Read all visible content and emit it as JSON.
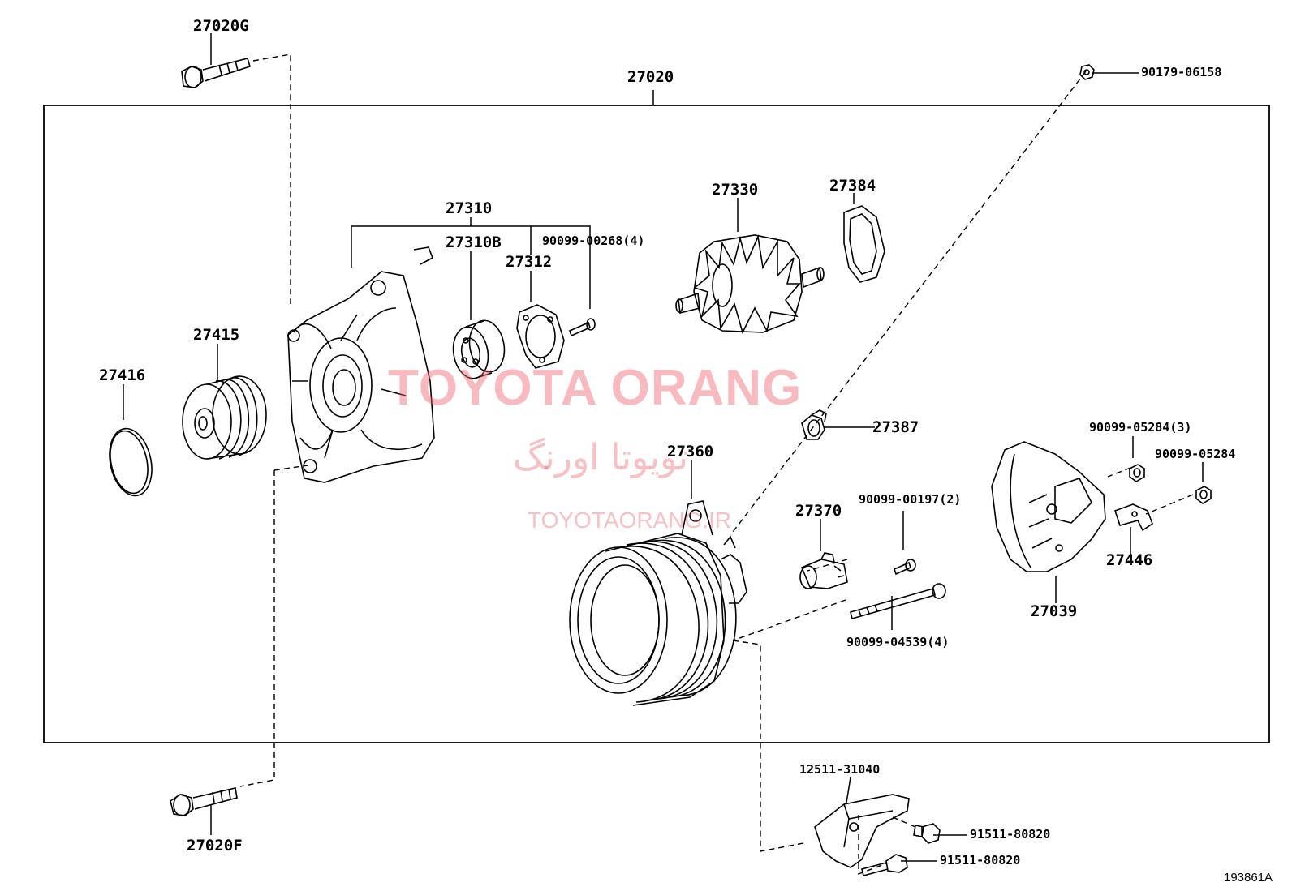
{
  "diagram": {
    "assembly_label": "27020",
    "figure_id": "193861A",
    "watermark": {
      "title": "TOYOTA ORANG",
      "farsi": "تویوتا اورنگ",
      "site": "TOYOTAORANG.IR"
    },
    "parts": [
      {
        "id": "p-27020G",
        "label": "27020G"
      },
      {
        "id": "p-27020F",
        "label": "27020F"
      },
      {
        "id": "p-27416",
        "label": "27416"
      },
      {
        "id": "p-27415",
        "label": "27415"
      },
      {
        "id": "p-27310",
        "label": "27310"
      },
      {
        "id": "p-27310B",
        "label": "27310B"
      },
      {
        "id": "p-27312",
        "label": "27312"
      },
      {
        "id": "p-90099-00268",
        "label": "90099-00268(4)"
      },
      {
        "id": "p-27330",
        "label": "27330"
      },
      {
        "id": "p-27384",
        "label": "27384"
      },
      {
        "id": "p-90179-06158",
        "label": "90179-06158"
      },
      {
        "id": "p-27387",
        "label": "27387"
      },
      {
        "id": "p-27360",
        "label": "27360"
      },
      {
        "id": "p-27370",
        "label": "27370"
      },
      {
        "id": "p-90099-00197",
        "label": "90099-00197(2)"
      },
      {
        "id": "p-90099-04539",
        "label": "90099-04539(4)"
      },
      {
        "id": "p-90099-05284-3",
        "label": "90099-05284(3)"
      },
      {
        "id": "p-90099-05284",
        "label": "90099-05284"
      },
      {
        "id": "p-27446",
        "label": "27446"
      },
      {
        "id": "p-27039",
        "label": "27039"
      },
      {
        "id": "p-12511-31040",
        "label": "12511-31040"
      },
      {
        "id": "p-91511-80820-a",
        "label": "91511-80820"
      },
      {
        "id": "p-91511-80820-b",
        "label": "91511-80820"
      }
    ]
  }
}
